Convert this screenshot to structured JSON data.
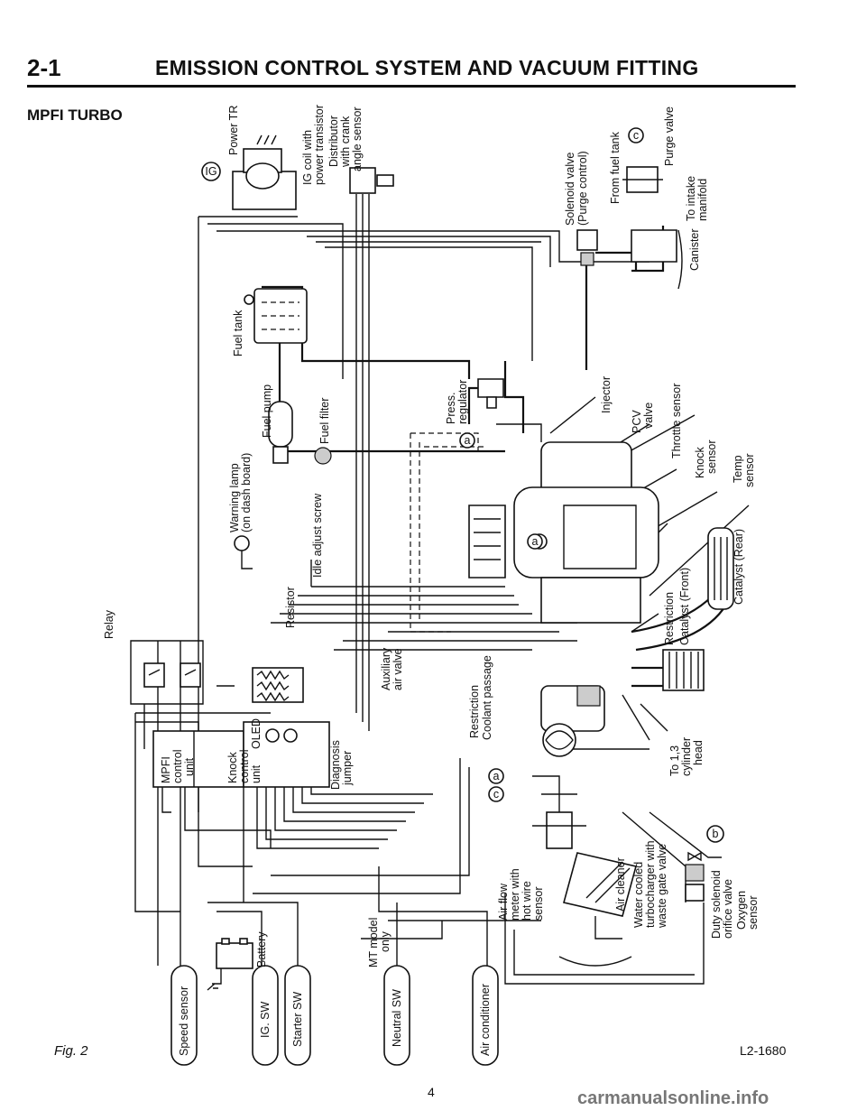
{
  "header": {
    "section_number": "2-1",
    "title": "EMISSION CONTROL SYSTEM AND VACUUM FITTING"
  },
  "subtitle": "MPFI TURBO",
  "figure_caption": "Fig. 2",
  "figure_code": "L2-1680",
  "page_number": "4",
  "watermark": "carmanualsonline.info",
  "components": {
    "ig_symbol": "IG",
    "power_tr": "Power TR",
    "ig_coil_l1": "IG coil with",
    "ig_coil_l2": "power transistor",
    "distributor_l1": "Distributor",
    "distributor_l2": "with crank",
    "distributor_l3": "angle sensor",
    "solenoid_valve_l1": "Solenoid valve",
    "solenoid_valve_l2": "(Purge control)",
    "from_fuel_tank": "From fuel tank",
    "ref_c_top": "c",
    "purge_valve": "Purge valve",
    "to_intake_l1": "To intake",
    "to_intake_l2": "manifold",
    "canister": "Canister",
    "fuel_tank": "Fuel tank",
    "fuel_pump": "Fuel pump",
    "press_regulator_l1": "Press.",
    "press_regulator_l2": "regulator",
    "ref_a_left": "a",
    "fuel_filter": "Fuel filter",
    "injector": "Injector",
    "pcv_l1": "PCV",
    "pcv_l2": "valve",
    "throttle_sensor": "Throttle sensor",
    "knock_sensor_l1": "Knock",
    "knock_sensor_l2": "sensor",
    "temp_sensor_l1": "Temp",
    "temp_sensor_l2": "sensor",
    "warning_lamp_l1": "Warning lamp",
    "warning_lamp_l2": "(on dash board)",
    "idle_adjust": "Idle adjust screw",
    "ref_a_mid": "a",
    "catalyst_rear": "Catalyst (Rear)",
    "catalyst_front": "Catalyst (Front)",
    "restriction_top": "Restriction",
    "relay": "Relay",
    "resistor": "Resistor",
    "auxiliary_l1": "Auxiliary",
    "auxiliary_l2": "air valve",
    "restriction_mid": "Restriction",
    "coolant_passage": "Coolant passage",
    "mpfi_l1": "MPFI",
    "mpfi_l2": "control",
    "mpfi_l3": "unit",
    "knock_unit_l1": "Knock",
    "knock_unit_l2": "control",
    "knock_unit_l3": "unit",
    "oled": "OLED",
    "diagnosis_l1": "Diagnosis",
    "diagnosis_l2": "jumper",
    "to13_l1": "To 1,3",
    "to13_l2": "cylinder",
    "to13_l3": "head",
    "ref_c_bottom": "c",
    "ref_a_bottom": "a",
    "ref_b": "b",
    "air_flow_l1": "Air flow",
    "air_flow_l2": "meter with",
    "air_flow_l3": "hot wire",
    "air_flow_l4": "sensor",
    "air_cleaner": "Air cleaner",
    "turbo_l1": "Water cooled",
    "turbo_l2": "turbocharger with",
    "turbo_l3": "waste gate valve",
    "duty_l1": "Duty solenoid",
    "duty_l2": "orifice valve",
    "oxygen_l1": "Oxygen",
    "oxygen_l2": "sensor",
    "battery": "Battery",
    "mt_l1": "MT model",
    "mt_l2": "only",
    "speed_sensor": "Speed sensor",
    "ig_sw": "IG. SW",
    "starter_sw": "Starter SW",
    "neutral_sw": "Neutral SW",
    "air_conditioner": "Air conditioner"
  }
}
